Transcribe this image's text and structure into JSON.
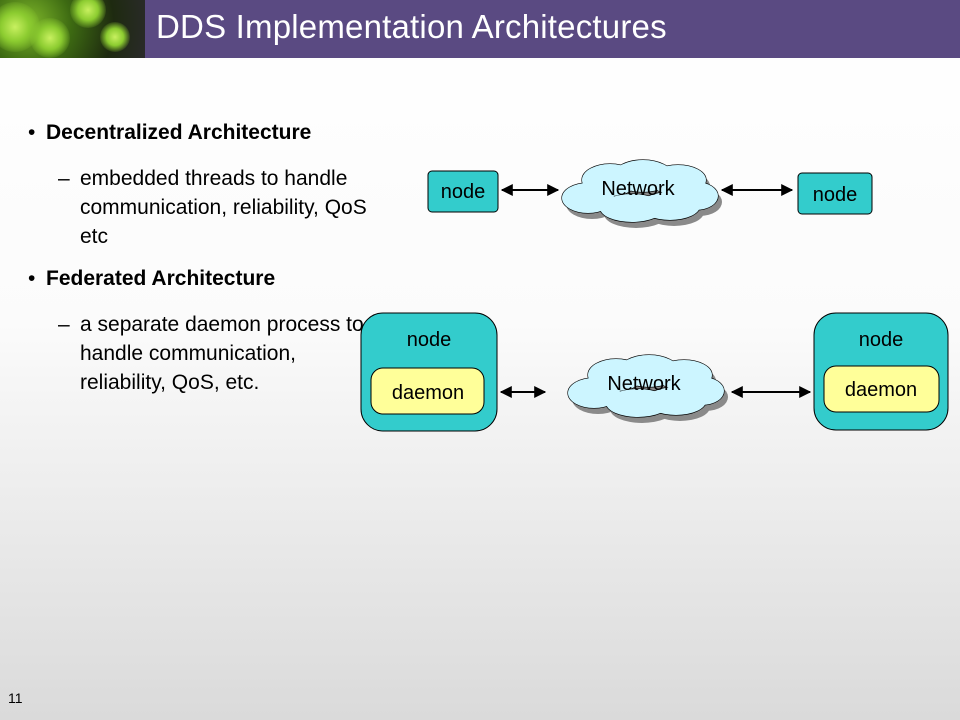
{
  "slide": {
    "title": "DDS Implementation Architectures",
    "page_number": "11"
  },
  "bullets": [
    {
      "heading": "Decentralized Architecture",
      "sub": "embedded threads to handle communication, reliability, QoS etc"
    },
    {
      "heading": "Federated Architecture",
      "sub": "a separate daemon process to handle communication, reliability, QoS, etc."
    }
  ],
  "diagram": {
    "top": {
      "left_node": "node",
      "network": "Network",
      "right_node": "node"
    },
    "bottom": {
      "left_node": "node",
      "left_daemon": "daemon",
      "network": "Network",
      "right_node": "node",
      "right_daemon": "daemon"
    }
  },
  "colors": {
    "title_bar": "#5a4a82",
    "node_fill": "#33cccc",
    "daemon_fill": "#ffff99",
    "cloud_fill": "#ccf5ff"
  }
}
